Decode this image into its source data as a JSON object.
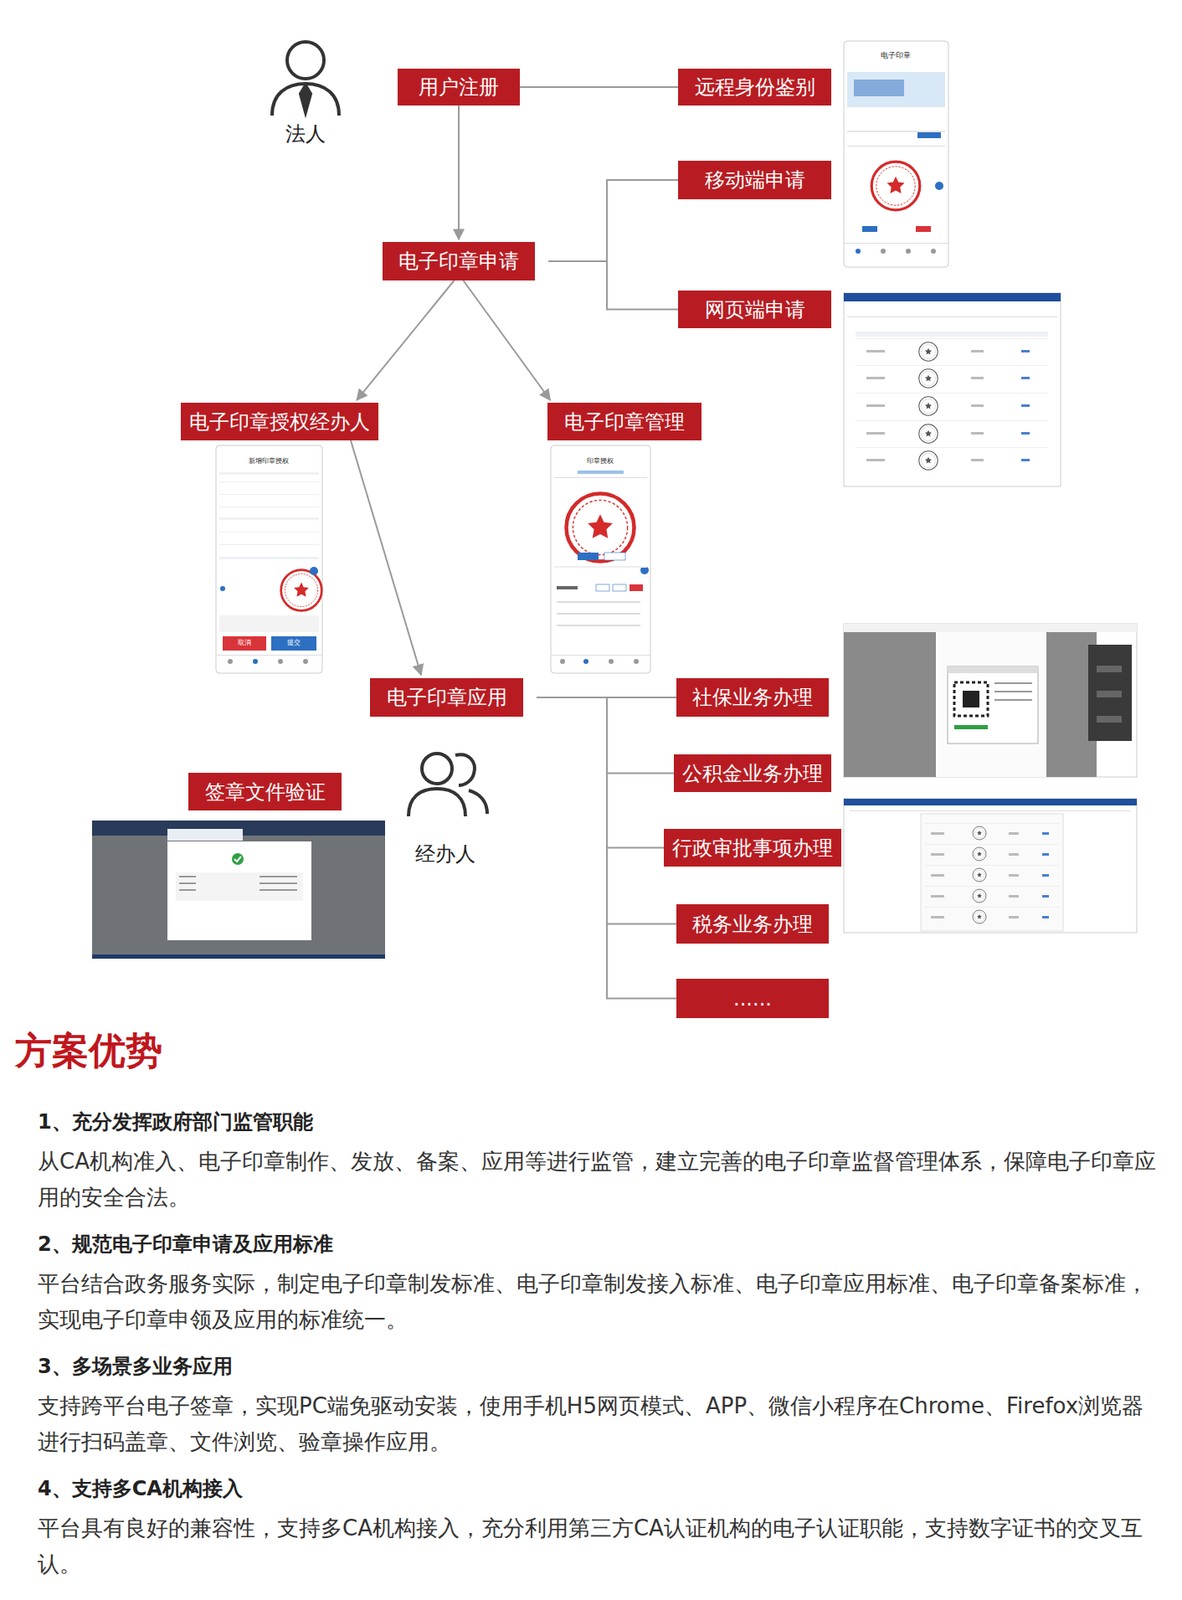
{
  "diagram": {
    "title": "方案优势",
    "nodes": [
      {
        "text": [
          "用户注册"
        ]
      },
      {
        "text": [
          "远程身份鉴别"
        ]
      },
      {
        "text": [
          "电子印章申请"
        ]
      },
      {
        "text": [
          "移动端申请"
        ]
      },
      {
        "text": [
          "网页端申请"
        ]
      },
      {
        "text": [
          "电子印章授权经办人"
        ]
      },
      {
        "text": [
          "电子印章管理"
        ]
      },
      {
        "text": [
          "电子印章应用"
        ]
      },
      {
        "text": [
          "社保业务办理"
        ]
      },
      {
        "text": [
          "公积金业务办理"
        ]
      },
      {
        "text": [
          "行政审批事项办理"
        ]
      },
      {
        "text": [
          "税务业务办理"
        ]
      },
      {
        "text": [
          "......"
        ]
      },
      {
        "text": [
          "签章文件验证"
        ]
      }
    ],
    "edges": [
      {
        "from": 0,
        "to": 1,
        "arrow": "none"
      },
      {
        "from": 0,
        "to": 2,
        "arrow": "to"
      },
      {
        "from": 2,
        "to": 3,
        "arrow": "none"
      },
      {
        "from": 2,
        "to": 4,
        "arrow": "none"
      },
      {
        "from": 2,
        "to": 5,
        "arrow": "to"
      },
      {
        "from": 2,
        "to": 6,
        "arrow": "to"
      },
      {
        "from": 5,
        "to": 7,
        "arrow": "to"
      },
      {
        "from": 7,
        "to": 8,
        "arrow": "none"
      },
      {
        "from": 7,
        "to": 9,
        "arrow": "none"
      },
      {
        "from": 7,
        "to": 10,
        "arrow": "none"
      },
      {
        "from": 7,
        "to": 11,
        "arrow": "none"
      },
      {
        "from": 7,
        "to": 12,
        "arrow": "none"
      }
    ],
    "labels": [
      "法人",
      "经办人",
      "电子印章",
      "新增印章授权",
      "印章授权",
      "取消",
      "提交",
      "1、充分发挥政府部门监管职能",
      "从CA机构准入、电子印章制作、发放、备案、应用等进行监管，建立完善的电子印章监督管理体系，保障电子印章应用的安全合法。",
      "2、规范电子印章申请及应用标准",
      "平台结合政务服务实际，制定电子印章制发标准、电子印章制发接入标准、电子印章应用标准、电子印章备案标准，实现电子印章申领及应用的标准统一。",
      "3、多场景多业务应用",
      "支持跨平台电子签章，实现PC端免驱动安装，使用手机H5网页模式、APP、微信小程序在Chrome、Firefox浏览器进行扫码盖章、文件浏览、验章操作应用。",
      "4、支持多CA机构接入",
      "平台具有良好的兼容性，支持多CA机构接入，充分利用第三方CA认证机构的电子认证职能，支持数字证书的交叉互认。"
    ]
  }
}
